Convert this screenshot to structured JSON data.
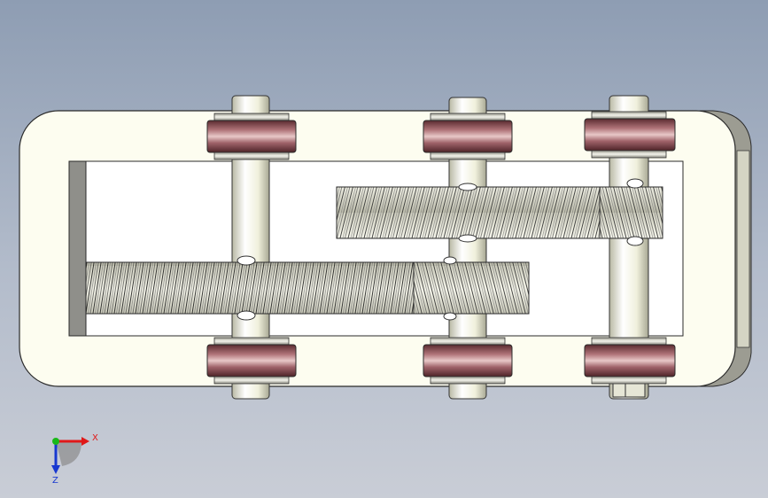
{
  "scene": {
    "model": "gearbox-two-stage-helical",
    "shafts": 3,
    "gear_pairs": 2,
    "bearings": 6
  },
  "triad": {
    "x_label": "X",
    "z_label": "Z",
    "x_color": "#e01818",
    "y_color": "#18b818",
    "z_color": "#1838d0"
  },
  "colors": {
    "housing": "#fdfdf0",
    "housing_edge": "#2a2a2a",
    "bearing": "#8a4a4f",
    "shaft": "#efefd8",
    "gear_face": "#e8e8d8",
    "background_top": "#8e9db3",
    "background_bottom": "#c9cdd6"
  }
}
